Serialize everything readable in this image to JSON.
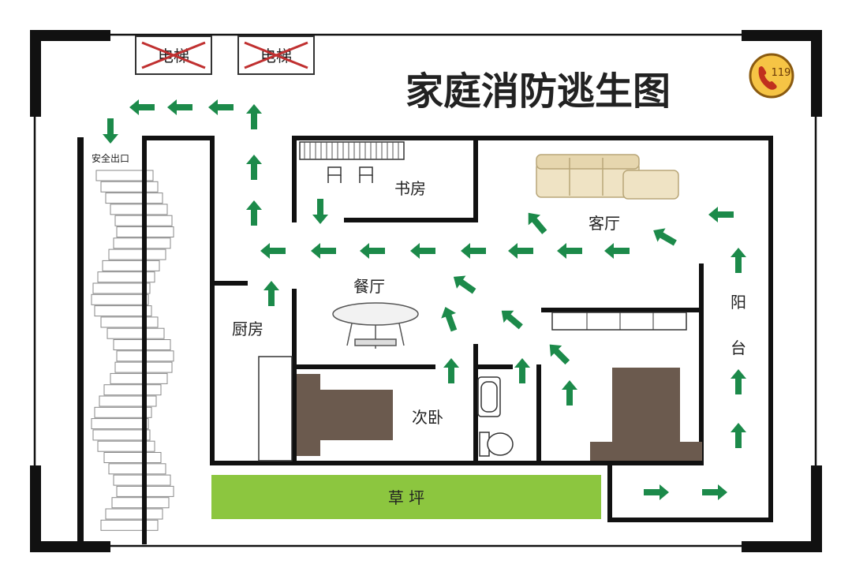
{
  "title": "家庭消防逃生图",
  "emergency_badge": "119",
  "elevators": [
    {
      "label": "电梯",
      "status": "disabled"
    },
    {
      "label": "电梯",
      "status": "disabled"
    }
  ],
  "safety_exit_label": "安全出口",
  "rooms": {
    "study": "书房",
    "living_room": "客厅",
    "dining_room": "餐厅",
    "kitchen": "厨房",
    "second_bedroom": "次卧",
    "balcony_top": "阳",
    "balcony_bottom": "台",
    "lawn": "草 坪"
  },
  "colors": {
    "wall": "#111111",
    "arrow": "#1c8a4a",
    "lawn": "#8cc63f",
    "furniture_dark": "#6b5a4e",
    "sofa": "#efe3c4",
    "badge_fill": "#f6c445",
    "x_mark": "#c03030"
  },
  "icons": [
    "phone-icon",
    "sofa-icon",
    "dining-table-icon",
    "bed-icon",
    "bathtub-icon",
    "toilet-icon",
    "stairs-icon",
    "escape-arrow-icon"
  ]
}
